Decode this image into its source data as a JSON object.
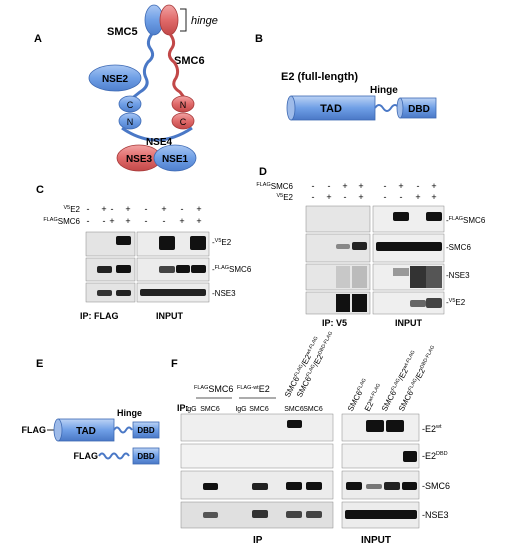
{
  "panels": {
    "A": {
      "letter": "A",
      "hinge_label": "hinge",
      "smc5": "SMC5",
      "smc6": "SMC6",
      "nse2": "NSE2",
      "nse4": "NSE4",
      "nse3": "NSE3",
      "nse1": "NSE1",
      "c_left": "C",
      "n_left": "N",
      "n_right": "N",
      "c_right": "C",
      "colors": {
        "blue": "#6f9fe6",
        "red": "#e06a6a"
      }
    },
    "B": {
      "letter": "B",
      "title": "E2 (full-length)",
      "hinge": "Hinge",
      "tad": "TAD",
      "dbd": "DBD"
    },
    "C": {
      "letter": "C",
      "row1_label": "V5E2",
      "row1_sup": "V5",
      "row1_main": "E2",
      "row2_sup": "FLAG",
      "row2_main": "SMC6",
      "signs_row1": [
        "-",
        "+",
        "-",
        "+",
        "-",
        "+",
        "-",
        "+"
      ],
      "signs_row2": [
        "-",
        "-",
        "+",
        "+",
        "-",
        "-",
        "+",
        "+"
      ],
      "blot1_sup": "V5",
      "blot1_main": "E2",
      "blot2_sup": "FLAG",
      "blot2_main": "SMC6",
      "blot3": "NSE3",
      "ip_label": "IP: FLAG",
      "input_label": "INPUT"
    },
    "D": {
      "letter": "D",
      "row1_sup": "FLAG",
      "row1_main": "SMC6",
      "row2_sup": "V5",
      "row2_main": "E2",
      "signs_row1": [
        "-",
        "-",
        "+",
        "+",
        "-",
        "+",
        "-",
        "+"
      ],
      "signs_row2": [
        "-",
        "+",
        "-",
        "+",
        "-",
        "-",
        "+",
        "+"
      ],
      "blot1_sup": "FLAG",
      "blot1_main": "SMC6",
      "blot2": "SMC6",
      "blot3": "NSE3",
      "blot4_sup": "V5",
      "blot4_main": "E2",
      "ip_label": "IP: V5",
      "input_label": "INPUT"
    },
    "E": {
      "letter": "E",
      "flag1": "FLAG",
      "flag2": "FLAG",
      "hinge": "Hinge",
      "tad": "TAD",
      "dbd1": "DBD",
      "dbd2": "DBD"
    },
    "F": {
      "letter": "F",
      "group1_sup": "FLAG",
      "group1_main": "SMC6",
      "group2_sup": "FLAG-wt",
      "group2_main": "E2",
      "diag1_main": "SMC6",
      "diag1_sup": "FLAG",
      "diag1_tail": "/E2",
      "diag1_sup2": "wt-FLAG",
      "diag2_main": "SMC6",
      "diag2_sup": "FLAG",
      "diag2_tail": "/E2",
      "diag2_sup2": "DBD-FLAG",
      "ip_prefix": "IP:",
      "lanes": [
        "IgG",
        "SMC6",
        "IgG",
        "SMC6",
        "SMC6",
        "SMC6"
      ],
      "in1_main": "SMC6",
      "in1_sup": "FLAG",
      "in2_main": "E2",
      "in2_sup": "wt-FLAG",
      "in3_main": "SMC6",
      "in3_sup": "FLAG",
      "in3_tail": "/E2",
      "in3_sup2": "wt-FLAG",
      "in4_main": "SMC6",
      "in4_sup": "FLAG",
      "in4_tail": "/E2",
      "in4_sup2": "DBD-FLAG",
      "blot1_main": "E2",
      "blot1_sup": "wt",
      "blot2_main": "E2",
      "blot2_sup": "DBD",
      "blot3": "SMC6",
      "blot4": "NSE3",
      "ip_label": "IP",
      "input_label": "INPUT"
    }
  }
}
